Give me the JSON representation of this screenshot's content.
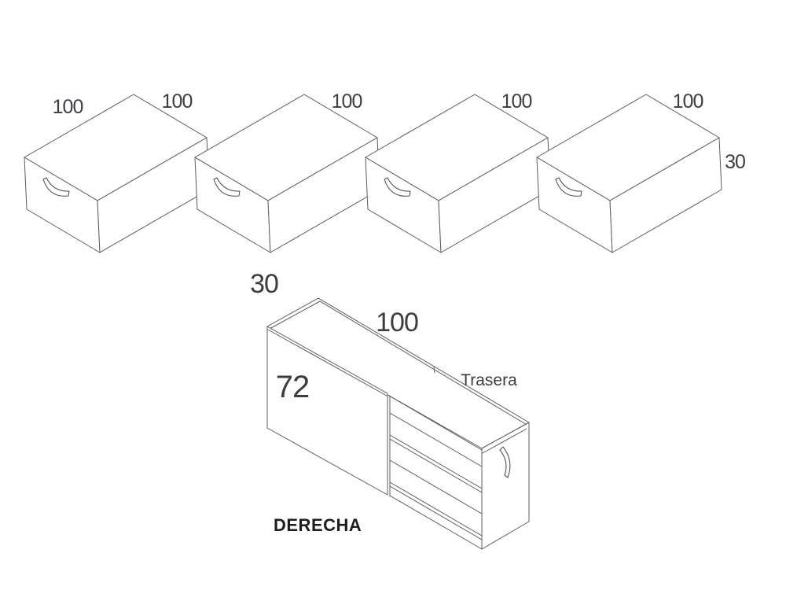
{
  "diagram": {
    "background": "#ffffff",
    "line_color": "#5c5c5c",
    "text_color": "#3d3d42",
    "caption_color": "#1e1e1e",
    "top_row_boxes": [
      {
        "width_left": "100",
        "width_right": "100"
      },
      {
        "width_right": "100"
      },
      {
        "width_right": "100"
      },
      {
        "width_right": "100",
        "height_right": "30"
      }
    ],
    "cabinet": {
      "depth_label": "30",
      "width_label": "100",
      "height_label": "72",
      "back_panel_label": "Trasera",
      "orientation_caption": "DERECHA"
    }
  }
}
